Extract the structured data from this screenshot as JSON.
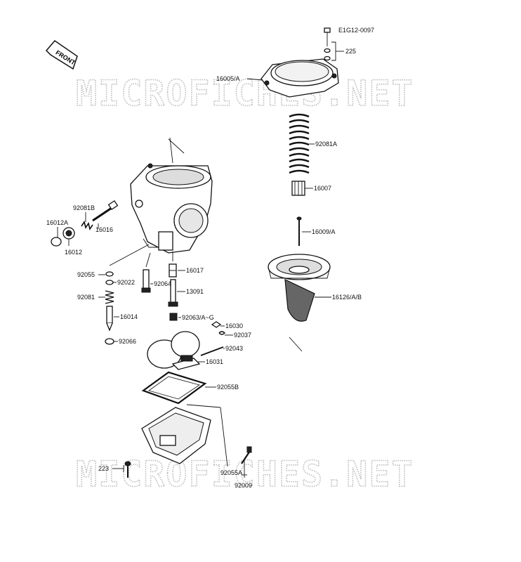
{
  "diagram_code": "E1G12-0097",
  "front_label": "FRONT",
  "watermark_text": "MICROFICHES.NET",
  "part_labels": {
    "p225": "225",
    "p16005A": "16005/A",
    "p92081A": "92081A",
    "p16007": "16007",
    "p16009A": "16009/A",
    "p16126AB": "16126/A/B",
    "p92081B": "92081B",
    "p16012A": "16012A",
    "p16016": "16016",
    "p16012": "16012",
    "p92055": "92055",
    "p92022": "92022",
    "p92064": "92064",
    "p16017": "16017",
    "p13091": "13091",
    "p92081": "92081",
    "p16014": "16014",
    "p92063AG": "92063/A~G",
    "p16030": "16030",
    "p92037": "92037",
    "p92066": "92066",
    "p92043": "92043",
    "p16031": "16031",
    "p92055B": "92055B",
    "p223": "223",
    "p92055A": "92055A",
    "p92009": "92009"
  }
}
